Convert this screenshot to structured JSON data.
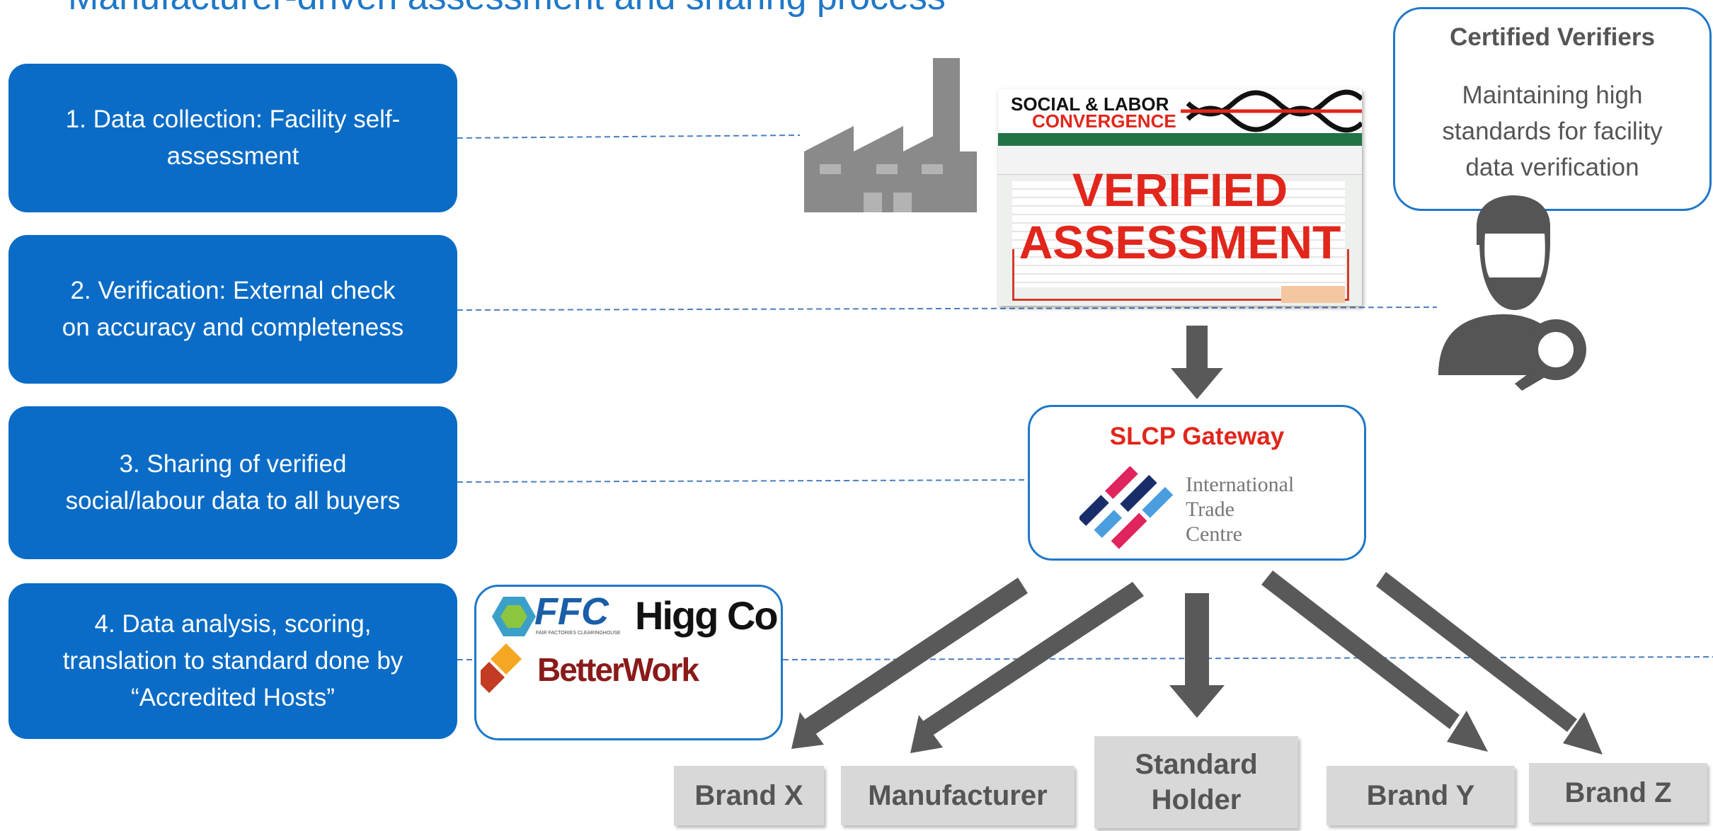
{
  "title": "Manufacturer-driven assessment and sharing process",
  "steps": [
    {
      "text": "1. Data collection: Facility self-\nassessment"
    },
    {
      "text": "2. Verification: External check\non accuracy and completeness"
    },
    {
      "text": "3. Sharing of verified\nsocial/labour data to all buyers"
    },
    {
      "text": "4. Data analysis, scoring,\ntranslation to standard done by\n“Accredited Hosts”"
    }
  ],
  "verifiers": {
    "heading": "Certified Verifiers",
    "body": "Maintaining high\nstandards for facility\ndata verification"
  },
  "assessment": {
    "logo_line1": "SOCIAL & LABOR",
    "logo_line2": "CONVERGENCE",
    "stamp_line1": "VERIFIED",
    "stamp_line2": "ASSESSMENT"
  },
  "gateway": {
    "title": "SLCP Gateway",
    "org": "International\nTrade\nCentre"
  },
  "hosts": {
    "ffc": "FFC",
    "ffc_sub": "FAIR FACTORIES CLEARINGHOUSE",
    "higg": "Higg Co",
    "betterwork": "BetterWork"
  },
  "brands": [
    {
      "label": "Brand X"
    },
    {
      "label": "Manufacturer"
    },
    {
      "label": "Standard\nHolder"
    },
    {
      "label": "Brand Y"
    },
    {
      "label": "Brand Z"
    }
  ],
  "colors": {
    "step_blue": "#0a6cc6",
    "title_blue": "#1f78c8",
    "gateway_red": "#e1261c",
    "arrow_gray": "#595959",
    "brand_gray": "#d8d8d8"
  },
  "icons": [
    "factory-icon",
    "verifier-person-icon",
    "magnifier-icon",
    "itc-logo-icon",
    "ffc-logo-icon",
    "betterwork-logo-icon"
  ]
}
